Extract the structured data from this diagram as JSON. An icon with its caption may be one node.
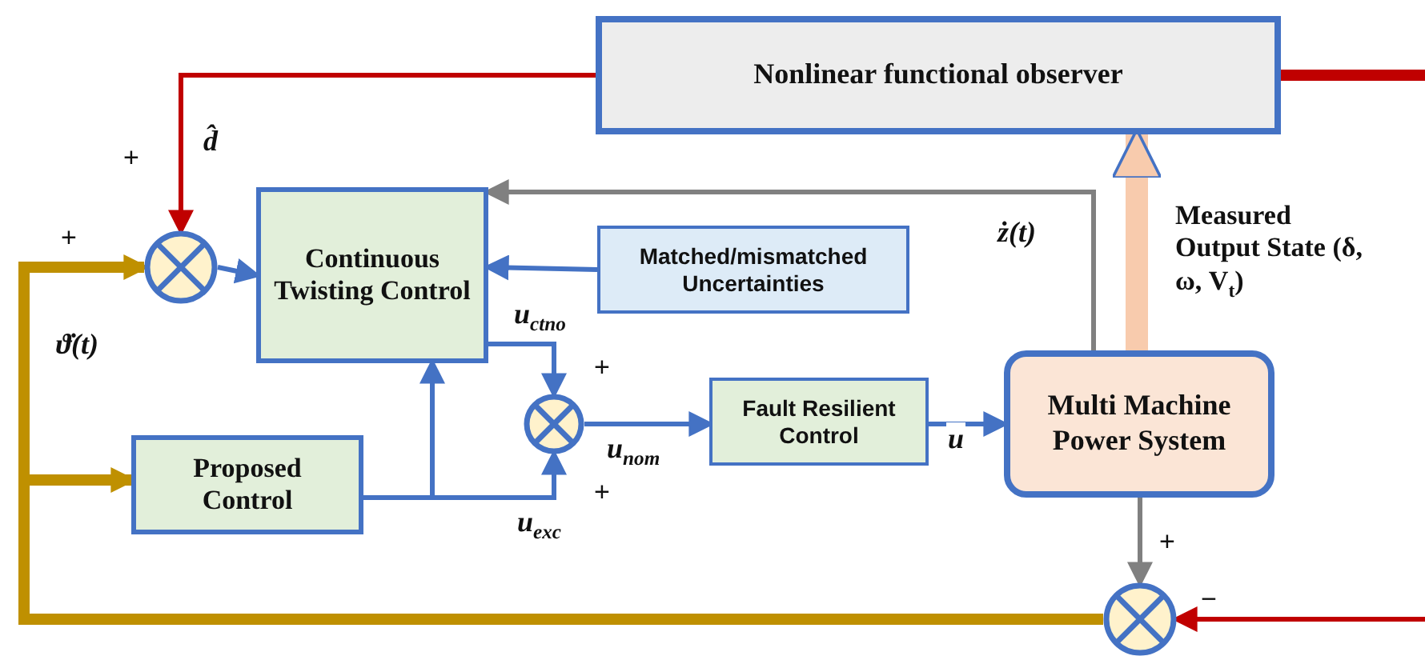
{
  "diagram": {
    "nodes": [
      {
        "text": [
          "Nonlinear functional observer"
        ]
      },
      {
        "text": [
          "Continuous Twisting Control"
        ]
      },
      {
        "text": [
          "Matched/mismatched Uncertainties"
        ]
      },
      {
        "text": [
          "Fault Resilient Control"
        ]
      },
      {
        "text": [
          "Multi Machine Power System"
        ]
      },
      {
        "text": [],
        "shape": "circle"
      },
      {
        "text": [],
        "shape": "circle"
      },
      {
        "text": [],
        "shape": "circle"
      },
      {
        "text": [
          "Proposed Control"
        ]
      }
    ],
    "edges": [
      {
        "from": 0,
        "to": 5,
        "arrow": "to",
        "label": "d̂",
        "color": "#c00000"
      },
      {
        "from": 5,
        "to": 1,
        "arrow": "to"
      },
      {
        "from": 4,
        "to": 1,
        "arrow": "to",
        "label": "ż(t)",
        "color": "#808080"
      },
      {
        "from": 2,
        "to": 1,
        "arrow": "to"
      },
      {
        "from": 1,
        "to": 6,
        "arrow": "to",
        "label": "u$_{ctno}$"
      },
      {
        "from": 8,
        "to": 1,
        "arrow": "to"
      },
      {
        "from": 8,
        "to": 6,
        "arrow": "to",
        "label": "u$_{exc}$"
      },
      {
        "from": 6,
        "to": 3,
        "arrow": "to",
        "label": "u$_{nom}$"
      },
      {
        "from": 3,
        "to": 4,
        "arrow": "to",
        "label": "u"
      },
      {
        "from": 4,
        "to": 0,
        "arrow": "to",
        "label": "Measured Output State (δ, ω, V$_{t}$)",
        "style": "thick",
        "color": "#f8cbad"
      },
      {
        "from": 4,
        "to": 7,
        "arrow": "to",
        "color": "#808080"
      },
      {
        "from": null,
        "to": 7,
        "arrow": "to",
        "color": "#c00000"
      },
      {
        "from": 0,
        "to": null,
        "arrow": "none",
        "style": "thick",
        "color": "#c00000"
      },
      {
        "from": 7,
        "to": 5,
        "arrow": "to",
        "label": "ϑ̇(t)",
        "style": "thick",
        "color": "#bf9000"
      },
      {
        "from": 7,
        "to": 8,
        "arrow": "to",
        "style": "thick",
        "color": "#bf9000"
      }
    ],
    "labels": [
      "+",
      "+",
      "+",
      "+",
      "+",
      "−"
    ]
  }
}
